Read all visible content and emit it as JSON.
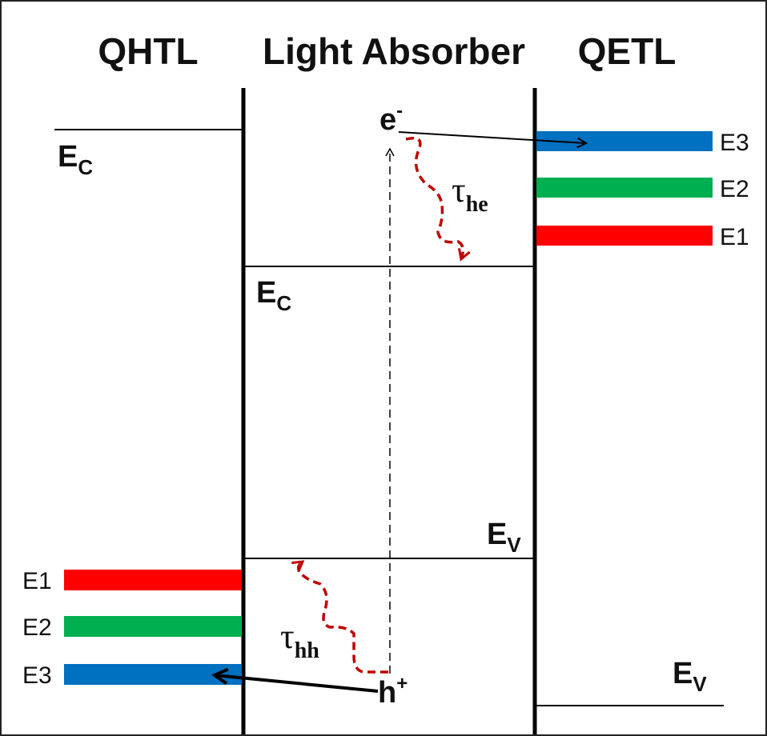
{
  "headers": {
    "left": "QHTL",
    "center": "Light Absorber",
    "right": "QETL"
  },
  "band_labels": {
    "ec_main": "E",
    "ec_sub": "C",
    "ev_main": "E",
    "ev_sub": "V"
  },
  "levels": [
    {
      "id": "E1",
      "label": "E1",
      "color": "#ff0000"
    },
    {
      "id": "E2",
      "label": "E2",
      "color": "#00b050"
    },
    {
      "id": "E3",
      "label": "E3",
      "color": "#0070c0"
    }
  ],
  "carriers": {
    "electron_main": "e",
    "electron_sup": "-",
    "hole_main": "h",
    "hole_sup": "+"
  },
  "relaxation": {
    "electron_tau": "τ",
    "electron_sub": "he",
    "hole_tau": "τ",
    "hole_sub": "hh",
    "color": "#c00000"
  }
}
